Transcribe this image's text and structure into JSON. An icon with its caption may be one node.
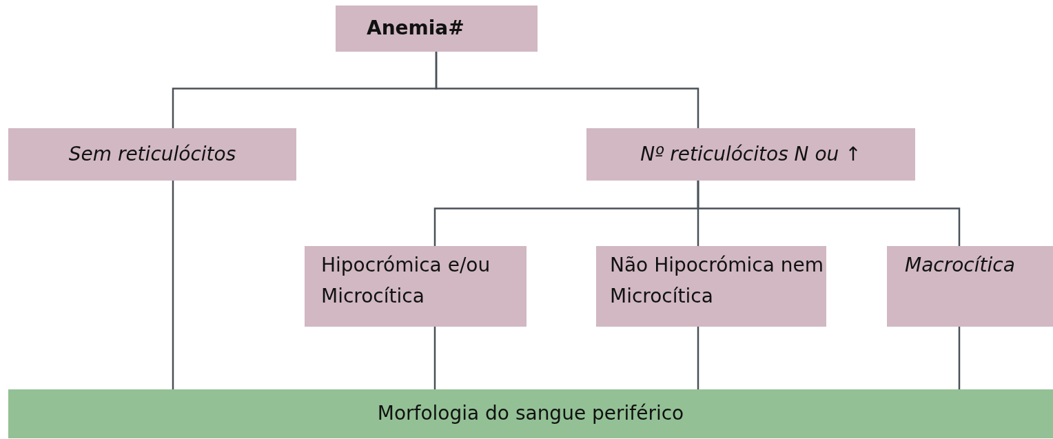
{
  "diagram": {
    "nodes": [
      {
        "text": [
          "Anemia#"
        ]
      },
      {
        "text": [
          "Sem reticulócitos"
        ]
      },
      {
        "text": [
          "Nº reticulócitos N ou ↑"
        ]
      },
      {
        "text": [
          "Hipocrómica e/ou Microcítica"
        ]
      },
      {
        "text": [
          "Não Hipocrómica nem Microcítica"
        ]
      },
      {
        "text": [
          "Macrocítica"
        ]
      },
      {
        "text": [
          "Morfologia do sangue periférico"
        ]
      }
    ],
    "edges": [
      {
        "from": 0,
        "to": 1,
        "arrow": "none"
      },
      {
        "from": 0,
        "to": 2,
        "arrow": "none"
      },
      {
        "from": 2,
        "to": 3,
        "arrow": "none"
      },
      {
        "from": 2,
        "to": 4,
        "arrow": "none"
      },
      {
        "from": 2,
        "to": 5,
        "arrow": "none"
      },
      {
        "from": 1,
        "to": 6,
        "arrow": "none"
      },
      {
        "from": 3,
        "to": 6,
        "arrow": "none"
      },
      {
        "from": 4,
        "to": 6,
        "arrow": "none"
      },
      {
        "from": 5,
        "to": 6,
        "arrow": "none"
      }
    ]
  }
}
